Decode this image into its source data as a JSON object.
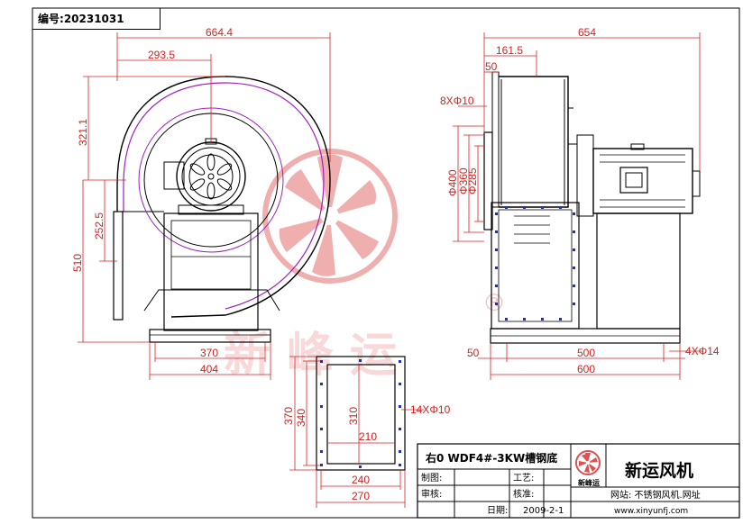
{
  "header": {
    "label": "编号:",
    "number": "20231031"
  },
  "watermark": {
    "text": "新峰运",
    "registered": "®",
    "color": "#e05050"
  },
  "dimensions": {
    "front": {
      "width_total": "664.4",
      "outlet_offset": "293.5",
      "height_upper": "321.1",
      "center_height": "252.5",
      "height_total": "510",
      "base_inner": "370",
      "base_outer": "404"
    },
    "side": {
      "depth_total": "654",
      "inlet_offset": "161.5",
      "flange": "50",
      "bolts": "8XΦ10",
      "d_outer": "Φ400",
      "d_bolt": "Φ360",
      "d_inner": "Φ285",
      "base_offset": "50",
      "base_inner": "500",
      "base_outer": "600",
      "base_holes": "4XΦ14"
    },
    "outlet": {
      "height_outer": "370",
      "height_bolt": "340",
      "height_inner": "310",
      "width_inner": "210",
      "width_bolt": "240",
      "width_outer": "270",
      "holes": "14XΦ10"
    }
  },
  "title_block": {
    "model": "右0 WDF4#-3KW槽钢底",
    "labels": {
      "drawn": "制图:",
      "reviewed": "审核:",
      "process": "工艺:",
      "checked": "核准:",
      "date": "日期:"
    },
    "date_value": "2009-2-1",
    "company": "新运风机",
    "brand_small": "新峰运",
    "site_line": "网站: 不锈钢风机.网址",
    "url": "www.xinyunfj.com"
  },
  "colors": {
    "dimension": "#d42020",
    "housing": "#a020c0",
    "bolts": "#2030b0",
    "outline": "#000000"
  }
}
